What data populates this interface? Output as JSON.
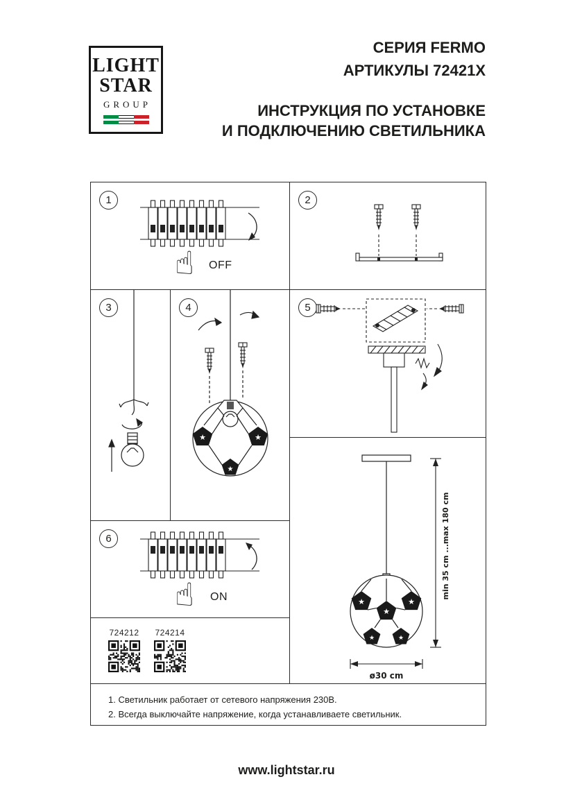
{
  "logo": {
    "line1": "LIGHT",
    "line2": "STAR",
    "line3": "GROUP"
  },
  "header": {
    "series": "СЕРИЯ FERMO",
    "articles": "АРТИКУЛЫ 72421X",
    "title_line1": "ИНСТРУКЦИЯ ПО УСТАНОВКЕ",
    "title_line2": "И ПОДКЛЮЧЕНИЮ СВЕТИЛЬНИКА"
  },
  "steps": [
    {
      "number": "1",
      "label": "OFF"
    },
    {
      "number": "2",
      "label": ""
    },
    {
      "number": "3",
      "label": ""
    },
    {
      "number": "4",
      "label": ""
    },
    {
      "number": "5",
      "label": ""
    },
    {
      "number": "6",
      "label": "ON"
    }
  ],
  "lamp": {
    "height_label": "min 35 cm ...max 180 cm",
    "diameter_label": "ø30 cm"
  },
  "products": [
    {
      "code": "724212"
    },
    {
      "code": "724214"
    }
  ],
  "notes": [
    "1. Светильник работает от сетевого напряжения 230В.",
    "2. Всегда выключайте напряжение, когда устанавливаете светильник."
  ],
  "footer": {
    "website": "www.lightstar.ru"
  },
  "icons": {
    "hand_pointer": "☝",
    "star": "★"
  },
  "colors": {
    "flag_green": "#008C45",
    "flag_white": "#ffffff",
    "flag_red": "#CD212A",
    "ink": "#1d1d1b"
  }
}
